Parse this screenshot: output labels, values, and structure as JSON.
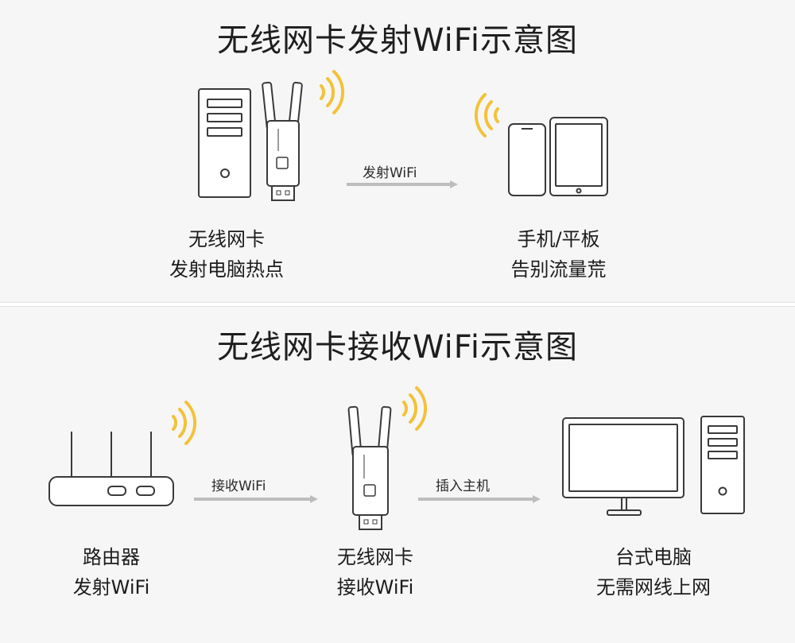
{
  "top": {
    "title": "无线网卡发射WiFi示意图",
    "arrow_label": "发射WiFi",
    "left_caption": [
      "无线网卡",
      "发射电脑热点"
    ],
    "right_caption": [
      "手机/平板",
      "告别流量荒"
    ]
  },
  "bottom": {
    "title": "无线网卡接收WiFi示意图",
    "arrow1_label": "接收WiFi",
    "arrow2_label": "插入主机",
    "router_caption": [
      "路由器",
      "发射WiFi"
    ],
    "adapter_caption": [
      "无线网卡",
      "接收WiFi"
    ],
    "pc_caption": [
      "台式电脑",
      "无需网线上网"
    ]
  },
  "colors": {
    "line": "#3a3a3a",
    "arrow": "#bdbdbd",
    "wifi": "#f3c23a"
  },
  "icons": [
    "pc-tower-icon",
    "usb-wifi-adapter-icon",
    "smartphone-icon",
    "tablet-icon",
    "router-icon",
    "monitor-icon",
    "wifi-signal-icon"
  ]
}
